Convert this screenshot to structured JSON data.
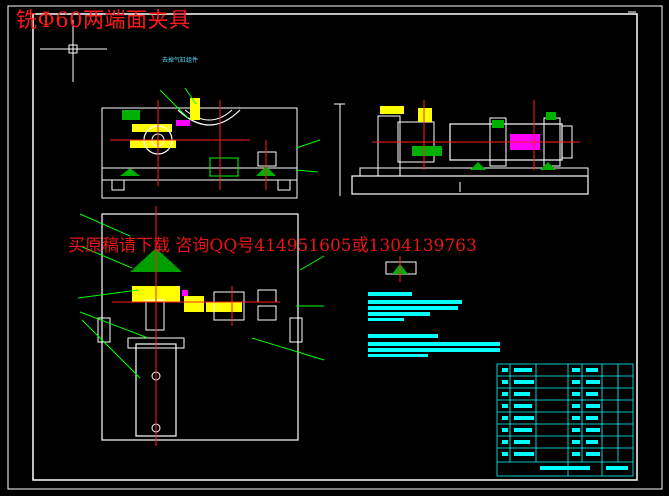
{
  "drawing": {
    "title": "铣Φ60两端面夹具",
    "watermark": "买原稿请下载  咨询QQ号414951605或1304139763",
    "view_caption": "去掉气缸组件"
  },
  "colors": {
    "background": "#000000",
    "frame": "#ffffff",
    "outline": "#ffffff",
    "centerline": "#ff2020",
    "leader": "#00ff00",
    "dimension": "#00ffff",
    "part_fill_yellow": "#ffff00",
    "part_fill_green": "#00c800",
    "part_fill_magenta": "#ff00ff",
    "title_block": "#00ffff"
  },
  "icons": {
    "cursor": "crosshair-cursor-icon"
  }
}
